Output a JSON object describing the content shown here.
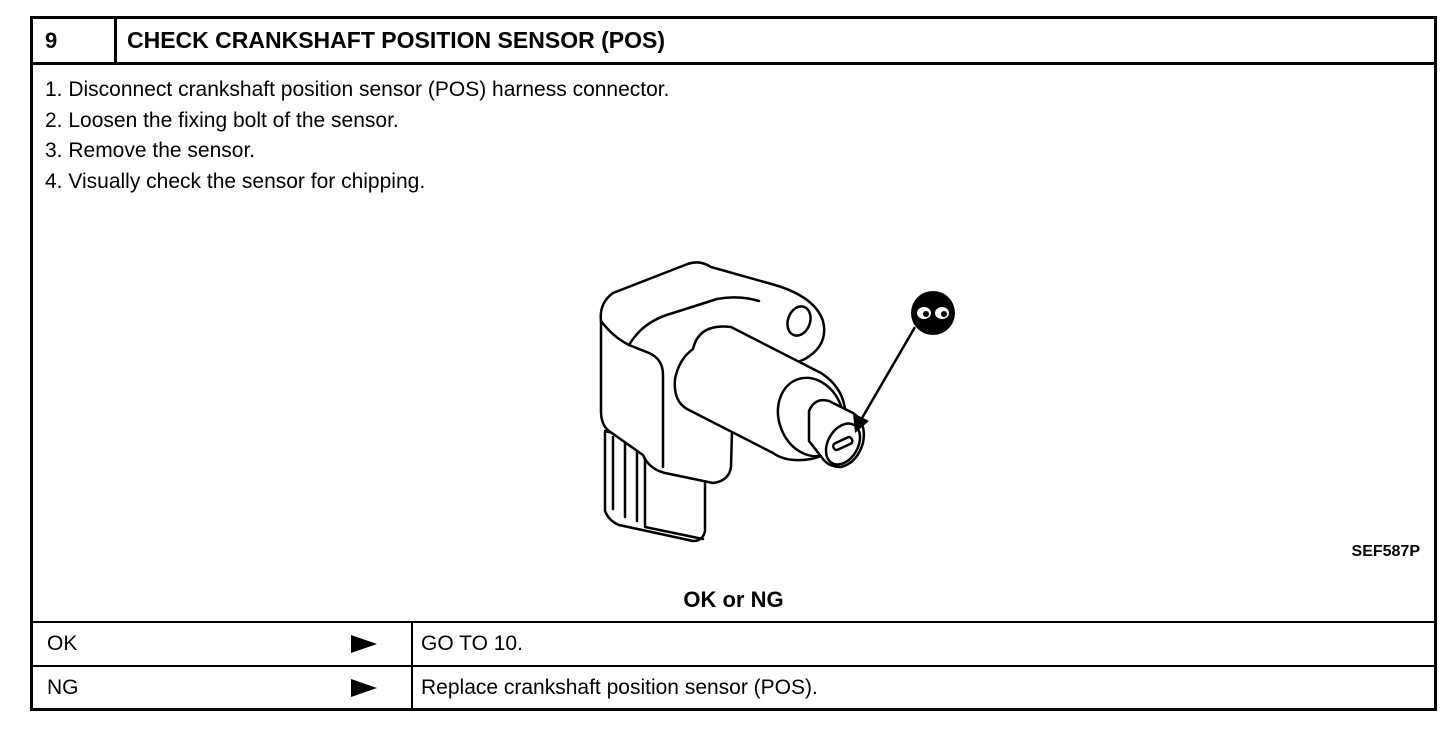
{
  "step": {
    "number": "9",
    "title": "CHECK CRANKSHAFT POSITION SENSOR (POS)"
  },
  "instructions": [
    "1.  Disconnect crankshaft position sensor (POS) harness connector.",
    "2.  Loosen the fixing bolt of the sensor.",
    "3.  Remove the sensor.",
    "4.  Visually check the sensor for chipping."
  ],
  "figure": {
    "code": "SEF587P",
    "icon": "inspect-eyes-icon"
  },
  "question": "OK or NG",
  "results": [
    {
      "label": "OK",
      "action": "GO TO 10."
    },
    {
      "label": "NG",
      "action": "Replace crankshaft position sensor (POS)."
    }
  ]
}
